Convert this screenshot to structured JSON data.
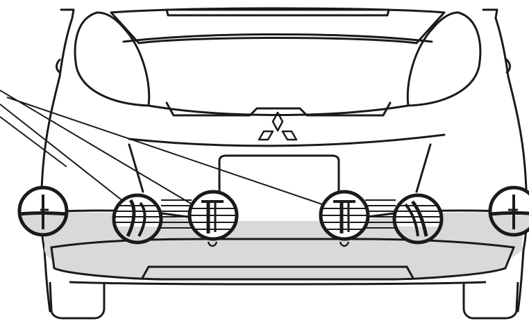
{
  "diagram": {
    "subject": "car-rear-bumper",
    "emblem": "three-diamond-emblem",
    "callout_count": 6,
    "leader_line_count": 4,
    "colors": {
      "line": "#1a1a1a",
      "bumper_fill": "#d9d9d9",
      "background": "#ffffff",
      "callout_ring": "#1a1a1a"
    }
  }
}
